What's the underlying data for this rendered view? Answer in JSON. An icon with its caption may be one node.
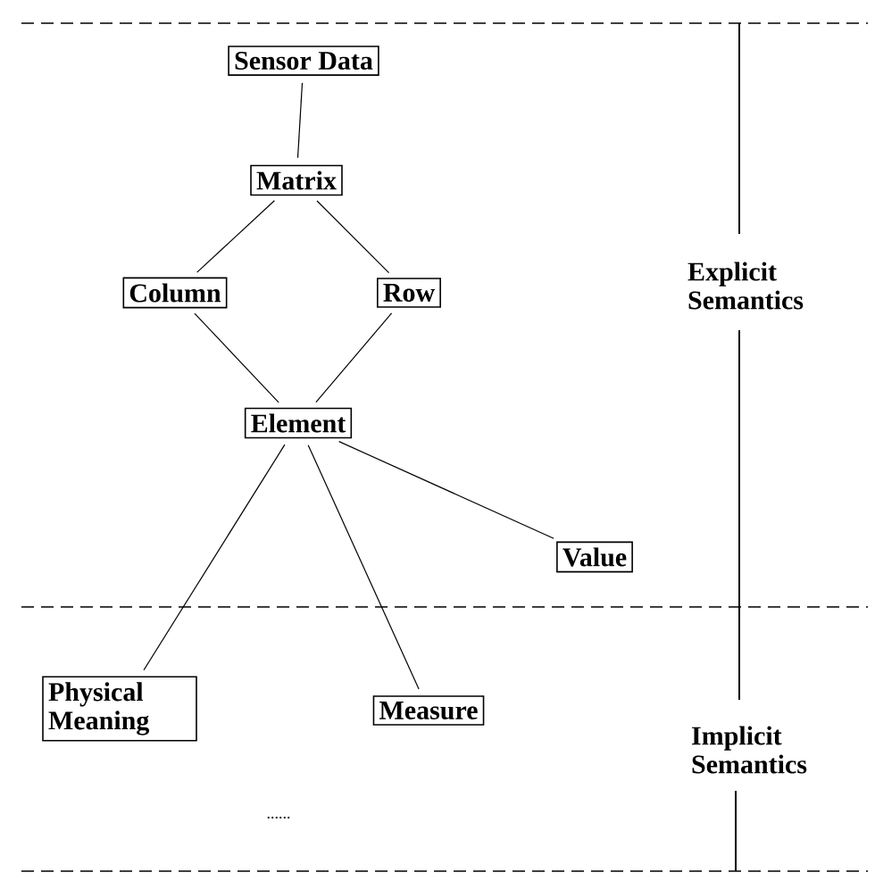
{
  "diagram": {
    "nodes": [
      {
        "text": [
          "Sensor Data"
        ]
      },
      {
        "text": [
          "Matrix"
        ]
      },
      {
        "text": [
          "Column"
        ]
      },
      {
        "text": [
          "Row"
        ]
      },
      {
        "text": [
          "Element"
        ]
      },
      {
        "text": [
          "Value"
        ]
      },
      {
        "text": [
          "Physical Meaning"
        ]
      },
      {
        "text": [
          "Measure"
        ]
      }
    ],
    "edges": [
      {
        "from": 0,
        "to": 1,
        "arrow": "none"
      },
      {
        "from": 1,
        "to": 2,
        "arrow": "none"
      },
      {
        "from": 1,
        "to": 3,
        "arrow": "none"
      },
      {
        "from": 2,
        "to": 4,
        "arrow": "none"
      },
      {
        "from": 3,
        "to": 4,
        "arrow": "none"
      },
      {
        "from": 4,
        "to": 5,
        "arrow": "none"
      },
      {
        "from": 4,
        "to": 6,
        "arrow": "none"
      },
      {
        "from": 4,
        "to": 7,
        "arrow": "none"
      }
    ],
    "labels": [
      "Explicit Semantics",
      "Implicit Semantics",
      "......"
    ]
  }
}
